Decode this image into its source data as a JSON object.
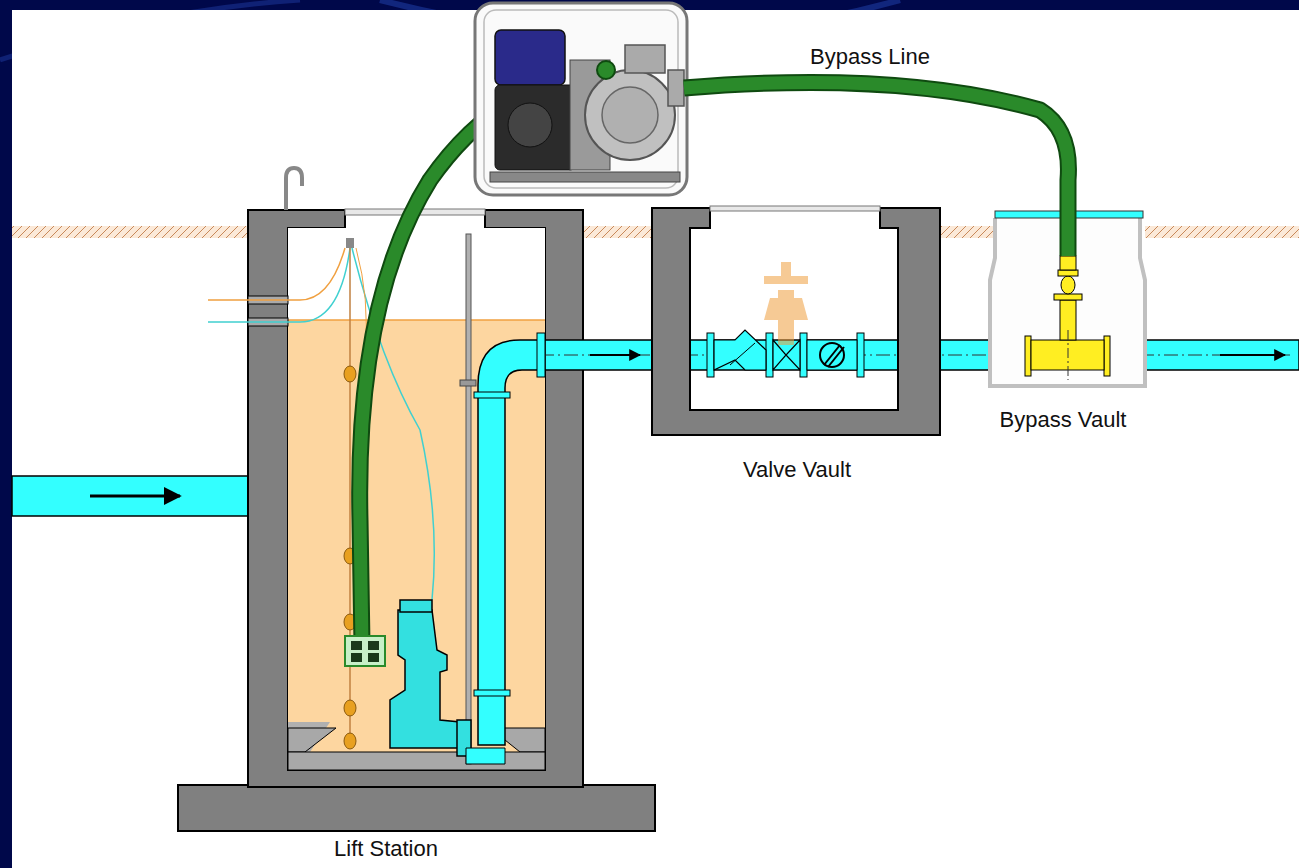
{
  "diagram": {
    "labels": [
      "Bypass Line",
      "Valve Vault",
      "Bypass Vault",
      "Lift Station"
    ]
  }
}
